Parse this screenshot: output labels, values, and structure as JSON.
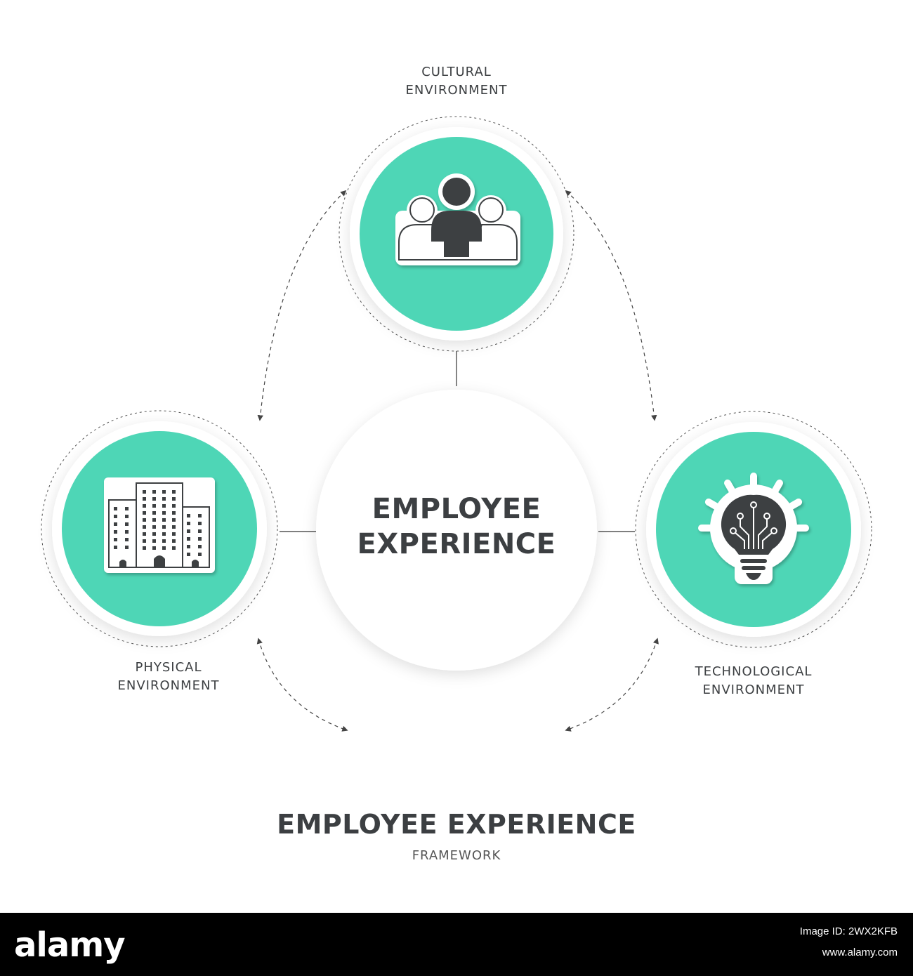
{
  "center": {
    "line1": "EMPLOYEE",
    "line2": "EXPERIENCE"
  },
  "nodes": [
    {
      "id": "cultural",
      "line1": "CULTURAL",
      "line2": "ENVIRONMENT",
      "icon": "people-group-icon"
    },
    {
      "id": "physical",
      "line1": "PHYSICAL",
      "line2": "ENVIRONMENT",
      "icon": "office-building-icon"
    },
    {
      "id": "technological",
      "line1": "TECHNOLOGICAL",
      "line2": "ENVIRONMENT",
      "icon": "lightbulb-circuit-icon"
    }
  ],
  "footer": {
    "title": "EMPLOYEE EXPERIENCE",
    "subtitle": "FRAMEWORK"
  },
  "watermark": {
    "brand": "alamy",
    "image_id": "Image ID: 2WX2KFB",
    "site": "www.alamy.com"
  },
  "colors": {
    "accent": "#4ed6b6",
    "text": "#3c3f42",
    "icon_dark": "#3d4043"
  }
}
